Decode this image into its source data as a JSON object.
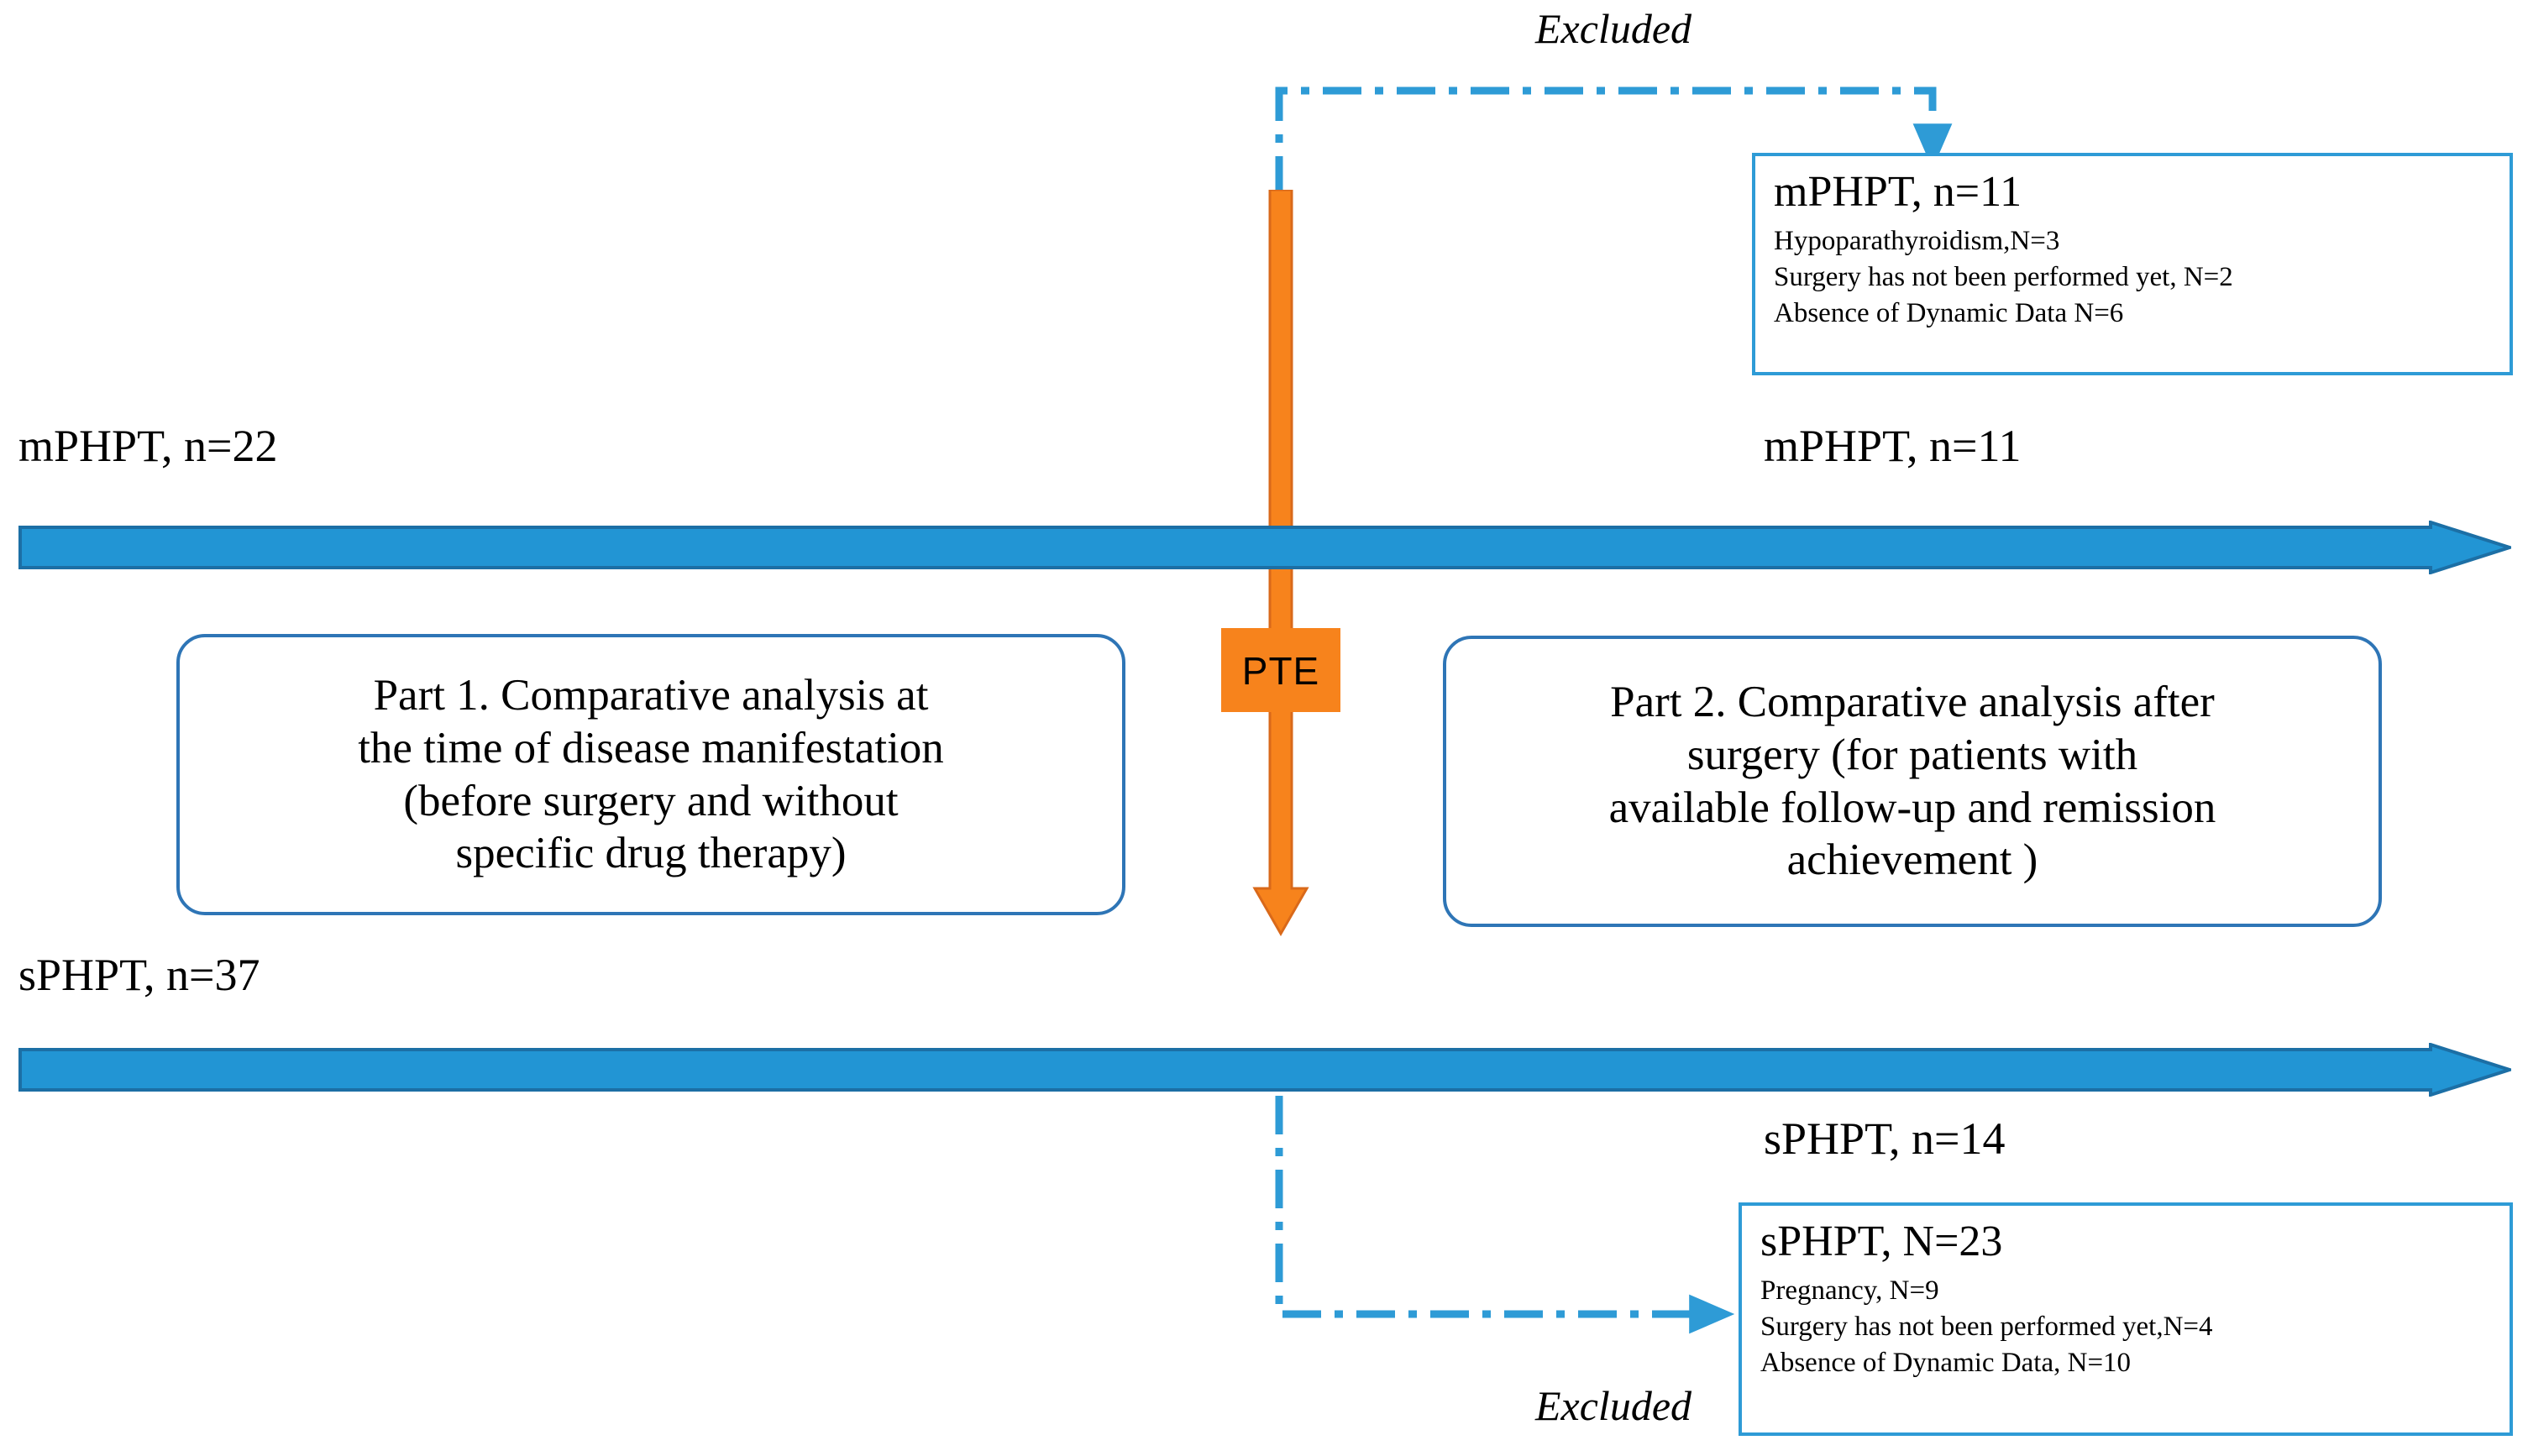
{
  "colors": {
    "timeline_blue": "#2295D4",
    "timeline_blue_dark": "#1C6FA5",
    "box_border_blue": "#2E9BD6",
    "part_border_blue": "#2E75B6",
    "connector_blue": "#2E9BD6",
    "pte_orange": "#F7831C",
    "pte_orange_dark": "#D9691A",
    "text_black": "#000000",
    "background": "#FFFFFF"
  },
  "timelines": {
    "top": {
      "left_label": "mPHPT, n=22",
      "right_label": "mPHPT, n=11"
    },
    "bottom": {
      "left_label": "sPHPT, n=37",
      "right_label": "sPHPT, n=14"
    }
  },
  "pte": {
    "label": "PTE"
  },
  "parts": [
    {
      "id": "part-1",
      "lines": [
        "Part 1. Comparative analysis at",
        "the time of disease manifestation",
        "(before surgery and without",
        "specific drug therapy)"
      ]
    },
    {
      "id": "part-2",
      "lines": [
        "Part 2. Comparative analysis  after",
        "surgery (for patients with",
        "available follow-up and remission",
        "achievement )"
      ]
    }
  ],
  "excluded": {
    "top": {
      "caption": "Excluded",
      "title": "mPHPT, n=11",
      "reasons": [
        "Hypoparathyroidism,N=3",
        "Surgery has not been performed yet, N=2",
        "Absence of Dynamic Data N=6"
      ]
    },
    "bottom": {
      "caption": "Excluded",
      "title": "sPHPT, N=23",
      "reasons": [
        "Pregnancy, N=9",
        "Surgery has not been performed yet,N=4",
        "Absence of Dynamic Data, N=10"
      ]
    }
  }
}
